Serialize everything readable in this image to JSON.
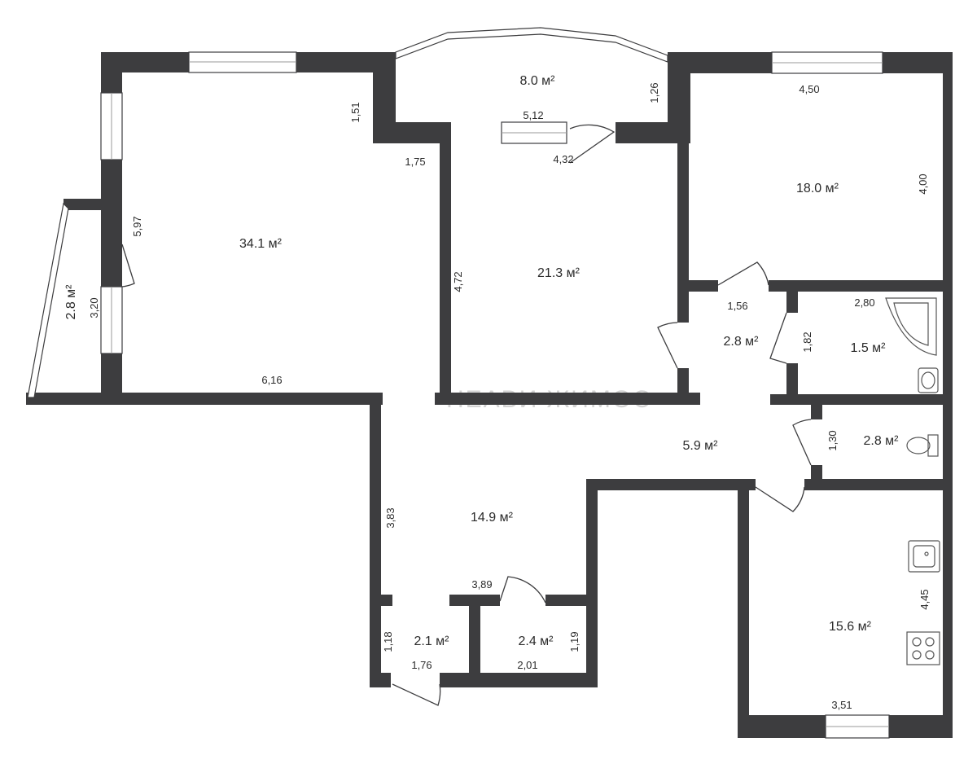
{
  "watermark": "НЕАВИ ЖИМОС",
  "rooms": [
    {
      "id": "living",
      "area": "34.1 м²"
    },
    {
      "id": "bay-balcony",
      "area": "8.0 м²"
    },
    {
      "id": "bedroom-middle",
      "area": "21.3 м²"
    },
    {
      "id": "bedroom-right",
      "area": "18.0 м²"
    },
    {
      "id": "loggia-left",
      "area": "2.8 м²"
    },
    {
      "id": "hall-small",
      "area": "2.8 м²"
    },
    {
      "id": "bathroom",
      "area": "1.5 м²"
    },
    {
      "id": "corridor",
      "area": "5.9 м²"
    },
    {
      "id": "toilet",
      "area": "2.8 м²"
    },
    {
      "id": "entrance-hall",
      "area": "14.9 м²"
    },
    {
      "id": "kitchen",
      "area": "15.6 м²"
    },
    {
      "id": "storage-left",
      "area": "2.1 м²"
    },
    {
      "id": "storage-right",
      "area": "2.4 м²"
    }
  ],
  "dimensions": {
    "d_151": "1,51",
    "d_175": "1,75",
    "d_597": "5,97",
    "d_320": "3,20",
    "d_616": "6,16",
    "d_512": "5,12",
    "d_432": "4,32",
    "d_126": "1,26",
    "d_450": "4,50",
    "d_400": "4,00",
    "d_472": "4,72",
    "d_156": "1,56",
    "d_182": "1,82",
    "d_280": "2,80",
    "d_130": "1,30",
    "d_383": "3,83",
    "d_389": "3,89",
    "d_445": "4,45",
    "d_351": "3,51",
    "d_118": "1,18",
    "d_176": "1,76",
    "d_201": "2,01",
    "d_119": "1,19"
  }
}
